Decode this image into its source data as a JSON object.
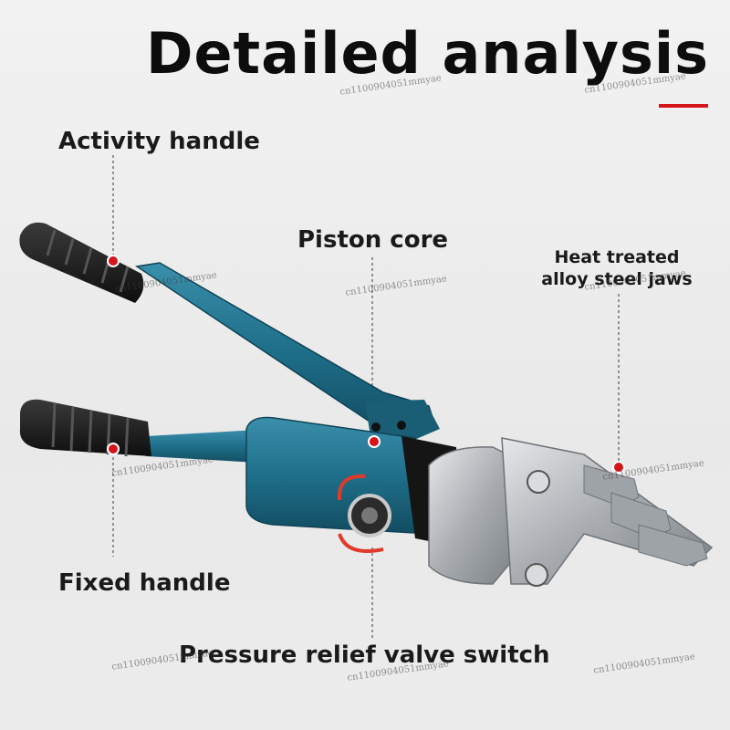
{
  "title": "Detailed analysis",
  "labels": {
    "activity_handle": "Activity handle",
    "piston_core": "Piston core",
    "jaws_line1": "Heat treated",
    "jaws_line2": "alloy steel jaws",
    "fixed_handle": "Fixed handle",
    "valve_switch": "Pressure relief valve switch"
  },
  "watermark": "cn1100904051mmyae",
  "colors": {
    "accent": "#d6141b",
    "tool_body": "#1f6f8a",
    "grip": "#1b1b1b",
    "steel": "#b9bcbf",
    "marker": "#d6141b"
  }
}
